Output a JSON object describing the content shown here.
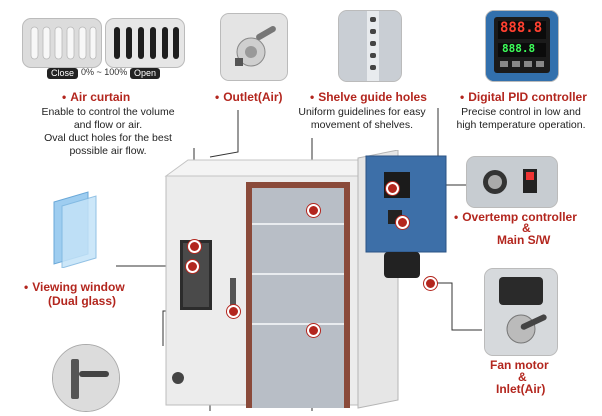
{
  "colors": {
    "accent": "#b3261e",
    "cabinet": "#ececec",
    "control_box": "#3d6fa8"
  },
  "air_curtain": {
    "title": "Air curtain",
    "description_lines": [
      "Enable to control the volume",
      "and flow or air.",
      "Oval duct holes for the best",
      "possible air flow."
    ],
    "close_label": "Close",
    "range_label": "0% ~ 100%",
    "open_label": "Open"
  },
  "outlet": {
    "title": "Outlet(Air)"
  },
  "shelve_guide": {
    "title": "Shelve guide holes",
    "description_lines": [
      "Uniform guidelines for easy",
      "movement of shelves."
    ]
  },
  "pid": {
    "title": "Digital PID controller",
    "description_lines": [
      "Precise control in low and",
      "high temperature operation."
    ],
    "display_pv": "888.8",
    "display_sv": "888.8"
  },
  "overtemp": {
    "title_line1": "Overtemp controller",
    "title_amp": "&",
    "title_line2": "Main S/W"
  },
  "viewing_window": {
    "title": "Viewing window",
    "subtitle": "(Dual glass)"
  },
  "fan_motor": {
    "title_line1": "Fan motor",
    "title_amp": "&",
    "title_line2": "Inlet(Air)"
  },
  "bullet": "•"
}
